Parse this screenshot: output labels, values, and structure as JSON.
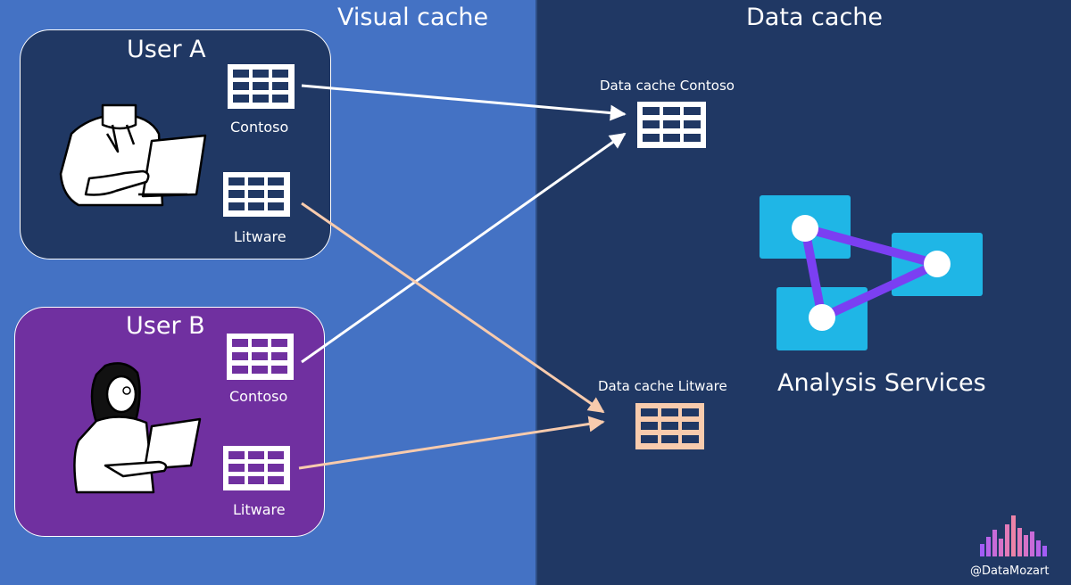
{
  "headings": {
    "visual_cache": "Visual cache",
    "data_cache": "Data cache"
  },
  "user_a": {
    "title": "User A",
    "table_1": "Contoso",
    "table_2": "Litware"
  },
  "user_b": {
    "title": "User B",
    "table_1": "Contoso",
    "table_2": "Litware"
  },
  "data_caches": {
    "contoso": "Data cache Contoso",
    "litware": "Data cache Litware"
  },
  "service": {
    "label": "Analysis Services"
  },
  "credit": "@DataMozart",
  "colors": {
    "visual_panel": "#4472c4",
    "data_panel": "#203864",
    "user_a_box": "#203864",
    "user_b_box": "#7030a0",
    "contoso_flow": "#ffffff",
    "litware_flow": "#f8cbad",
    "node_box": "#1fb6e6",
    "node_link": "#7b3ff2"
  },
  "icons": {
    "user_a_avatar": "person-with-laptop-icon",
    "user_b_avatar": "woman-with-laptop-icon",
    "table": "table-grid-icon",
    "service": "analysis-services-icon",
    "brand": "datamozart-logo-icon"
  }
}
